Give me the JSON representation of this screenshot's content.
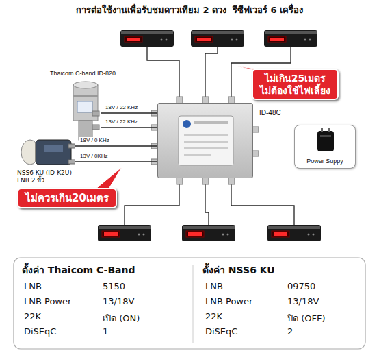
{
  "diagram": {
    "title": "การต่อใช้งานเพื่อรับชมดาวเทียม 2 ดวง  รีซีฟเวอร์ 6 เครื่อง",
    "nodes": [
      {
        "text": [
          "ID-48C"
        ]
      },
      {
        "text": [
          "Thaicom C-band ID-820"
        ]
      },
      {
        "text": [
          "NSS6 KU (ID-K2U) LNB 2 ขั้ว"
        ]
      },
      {
        "text": [
          "ไม่เกิน25เมตร",
          "ไม่ต้องใช้ไฟเลี้ยง"
        ]
      },
      {
        "text": [
          "ไม่ควรเกิน20เมตร"
        ]
      },
      {
        "text": [
          "Power Suppy"
        ]
      },
      {
        "text": [
          "ตั้งค่า Thaicom C-Band"
        ]
      },
      {
        "text": [
          "ตั้งค่า NSS6 KU"
        ]
      }
    ],
    "edges": [
      {
        "from": 1,
        "to": 0,
        "label": "18V / 22 KHz",
        "arrow": "none"
      },
      {
        "from": 1,
        "to": 0,
        "label": "13V / 22 KHz",
        "arrow": "none"
      },
      {
        "from": 2,
        "to": 0,
        "label": "18V / 0 KHz",
        "arrow": "none"
      },
      {
        "from": 2,
        "to": 0,
        "label": "13V / 0KHz",
        "arrow": "none"
      }
    ],
    "labels": [
      "LNB",
      "5150",
      "LNB Power",
      "13/18V",
      "22K",
      "เปิด (ON)",
      "DiSEqC",
      "1",
      "LNB",
      "09750",
      "LNB Power",
      "13/18V",
      "22K",
      "ปิด (OFF)",
      "DiSEqC",
      "2"
    ]
  }
}
